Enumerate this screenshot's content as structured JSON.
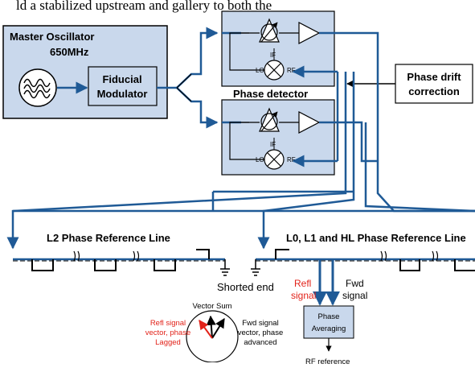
{
  "top_caption": "ld a stabilized upstream and gallery to both the",
  "master": {
    "title": "Master Oscillator",
    "freq": "650MHz"
  },
  "fiducial": {
    "line1": "Fiducial",
    "line2": "Modulator"
  },
  "phase_detector": {
    "label": "Phase detector",
    "if": "IF",
    "lo": "LO",
    "rf": "RF"
  },
  "drift": {
    "line1": "Phase drift",
    "line2": "correction"
  },
  "lines": {
    "left": "L2 Phase Reference Line",
    "right": "L0, L1 and HL Phase Reference Line"
  },
  "shorted_end": "Shorted end",
  "refl": {
    "line1": "Refl",
    "line2": "signal"
  },
  "fwd": {
    "line1": "Fwd",
    "line2": "signal"
  },
  "averaging": {
    "line1": "Phase",
    "line2": "Averaging"
  },
  "rf_reference": "RF reference",
  "vector": {
    "sum": "Vector Sum",
    "refl_line1": "Refl signal",
    "refl_line2": "vector, phase",
    "refl_line3": "Lagged",
    "fwd_line1": "Fwd signal",
    "fwd_line2": "vector, phase",
    "fwd_line3": "advanced"
  },
  "colors": {
    "line": "#1f5a96",
    "box": "#c9d8ec",
    "accent_red": "#e2231a",
    "black": "#000000"
  }
}
